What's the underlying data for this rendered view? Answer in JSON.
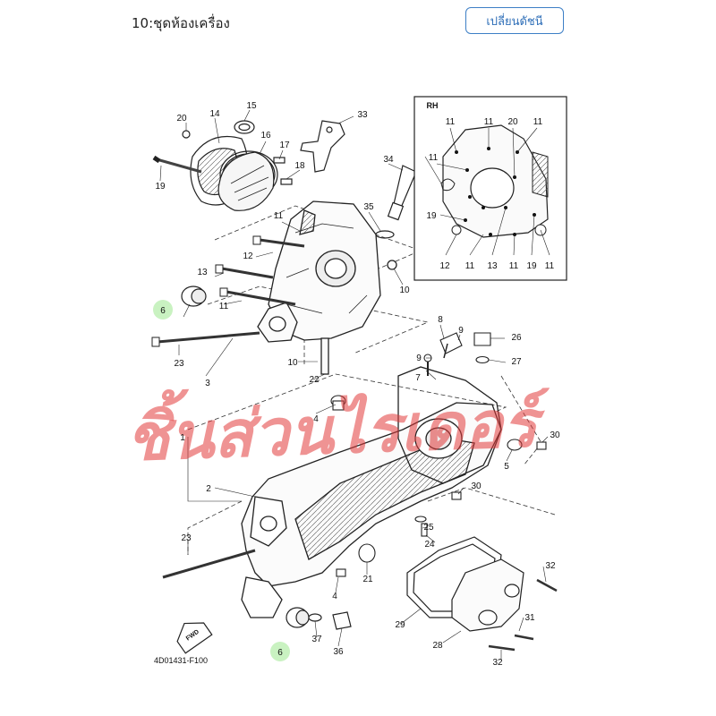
{
  "header": {
    "title": "10:ชุดห้องเครื่อง",
    "index_button": "เปลี่ยนดัชนี"
  },
  "diagram": {
    "inset_label": "RH",
    "drawing_code": "4D01431-F100",
    "fwd_label": "FWD",
    "watermark": "ชิ้นส่วนไรเดอร์",
    "colors": {
      "highlight": "#c9f2c1",
      "watermark": "#e23a3a",
      "line": "#222222"
    },
    "callouts": {
      "c1": "1",
      "c2": "2",
      "c3": "3",
      "c4a": "4",
      "c4b": "4",
      "c5": "5",
      "c6a": "6",
      "c6b": "6",
      "c7": "7",
      "c8": "8",
      "c9": "9",
      "c10a": "10",
      "c10b": "10",
      "c11a": "11",
      "c11b": "11",
      "c12": "12",
      "c13": "13",
      "c14": "14",
      "c15": "15",
      "c16": "16",
      "c17": "17",
      "c18": "18",
      "c19": "19",
      "c20": "20",
      "c21": "21",
      "c22": "22",
      "c23a": "23",
      "c23b": "23",
      "c24": "24",
      "c25": "25",
      "c26": "26",
      "c27": "27",
      "c28": "28",
      "c29": "29",
      "c30a": "30",
      "c30b": "30",
      "c31": "31",
      "c32a": "32",
      "c32b": "32",
      "c33": "33",
      "c34": "34",
      "c35": "35",
      "c36": "36",
      "c37": "37"
    },
    "inset_callouts": {
      "t1": "11",
      "t2": "11",
      "t3": "20",
      "t4": "11",
      "t5": "11",
      "l1": "19",
      "b1": "12",
      "b2": "11",
      "b3": "13",
      "b4": "11",
      "b5": "19",
      "b6": "11"
    }
  }
}
